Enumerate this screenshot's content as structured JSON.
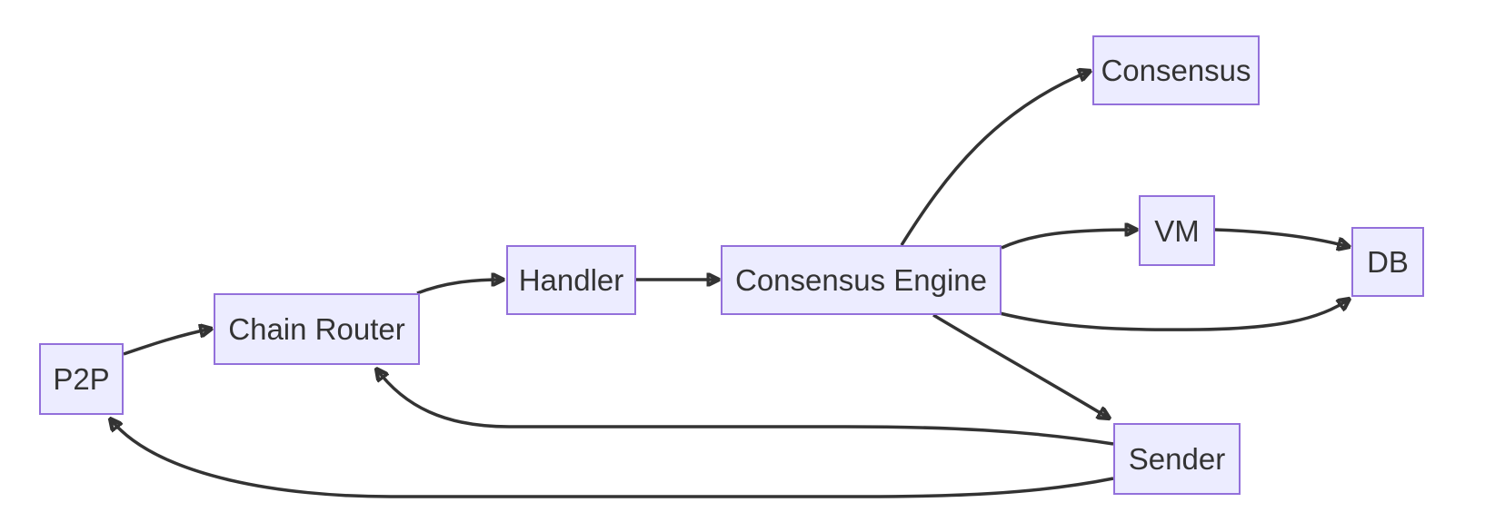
{
  "diagram": {
    "type": "flowchart",
    "direction": "left-to-right",
    "background_color": "#ffffff",
    "colors": {
      "node_fill": "#ECECFF",
      "node_border": "#9370DB",
      "edge_stroke": "#333333",
      "text": "#333333"
    },
    "nodes": [
      {
        "id": "p2p",
        "label": "P2P"
      },
      {
        "id": "chain_router",
        "label": "Chain Router"
      },
      {
        "id": "handler",
        "label": "Handler"
      },
      {
        "id": "consensus_engine",
        "label": "Consensus Engine"
      },
      {
        "id": "consensus",
        "label": "Consensus"
      },
      {
        "id": "vm",
        "label": "VM"
      },
      {
        "id": "db",
        "label": "DB"
      },
      {
        "id": "sender",
        "label": "Sender"
      }
    ],
    "edges": [
      {
        "from": "P2P",
        "to": "Chain Router"
      },
      {
        "from": "Chain Router",
        "to": "Handler"
      },
      {
        "from": "Handler",
        "to": "Consensus Engine"
      },
      {
        "from": "Consensus Engine",
        "to": "Consensus"
      },
      {
        "from": "Consensus Engine",
        "to": "VM"
      },
      {
        "from": "VM",
        "to": "DB"
      },
      {
        "from": "Consensus Engine",
        "to": "DB"
      },
      {
        "from": "Consensus Engine",
        "to": "Sender"
      },
      {
        "from": "Sender",
        "to": "Chain Router"
      },
      {
        "from": "Sender",
        "to": "P2P"
      }
    ]
  }
}
